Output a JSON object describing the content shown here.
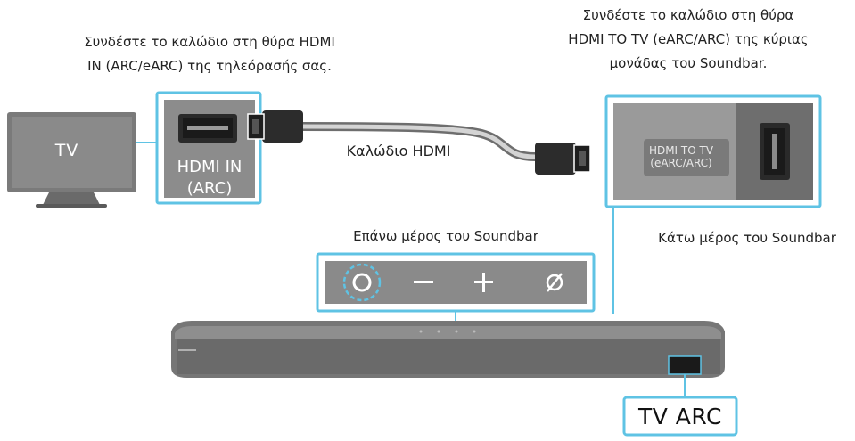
{
  "labels": {
    "tv_port_line1": "Συνδέστε το καλώδιο στη θύρα HDMI",
    "tv_port_line2": "IN (ARC/eARC) της τηλεόρασής σας.",
    "sb_port_line1": "Συνδέστε το καλώδιο στη θύρα",
    "sb_port_line2": "HDMI TO TV (eARC/ARC) της κύριας",
    "sb_port_line3": "μονάδας του Soundbar.",
    "cable": "Καλώδιο HDMI",
    "top_of_soundbar": "Επάνω μέρος του Soundbar",
    "bottom_of_soundbar": "Κάτω μέρος του Soundbar"
  },
  "tv": {
    "label": "TV"
  },
  "tv_port": {
    "line1": "HDMI IN",
    "line2": "(ARC)"
  },
  "soundbar_port": {
    "line1": "HDMI TO TV",
    "line2": "(eARC/ARC)"
  },
  "buttons": {
    "power": "power-icon",
    "minus": "−",
    "plus": "+",
    "mic": "ø"
  },
  "tv_arc": "TV ARC",
  "colors": {
    "accent": "#5fc3e4",
    "panel": "#8c8c8c",
    "device": "#6f6f6f"
  }
}
